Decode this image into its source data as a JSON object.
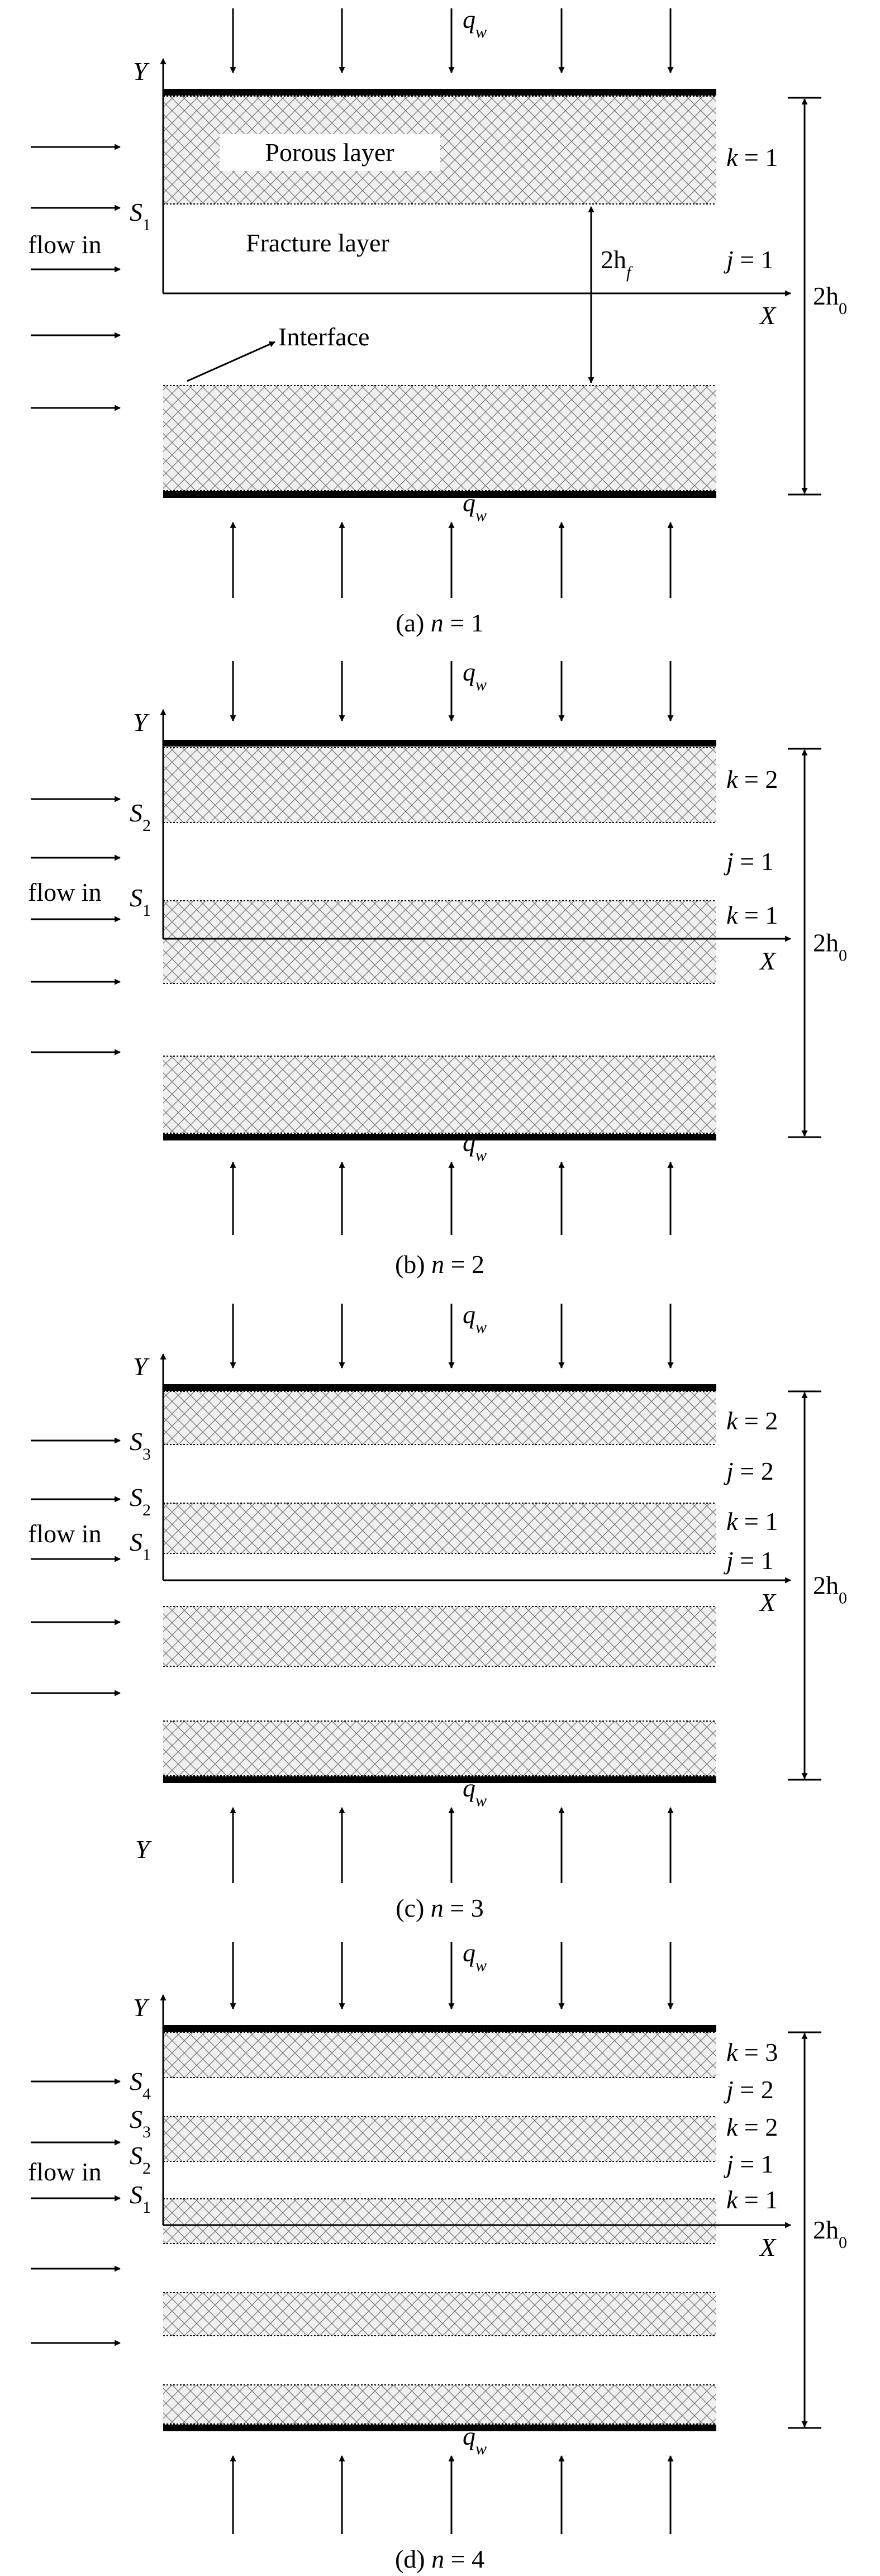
{
  "colors": {
    "line": "#000000",
    "hatch": "#7a7a7a",
    "layer_bg": "#f0f0f0",
    "background": "#ffffff"
  },
  "common": {
    "flow_in": "flow in",
    "heat_flux": "q",
    "heat_flux_sub": "w",
    "axis_y": "Y",
    "axis_x": "X",
    "thickness": "2h",
    "thickness_sub": "0"
  },
  "panel_a": {
    "caption_prefix": "(a) ",
    "caption_var": "n",
    "caption_value": " = 1",
    "porous_label": "Porous layer",
    "fracture_label": "Fracture layer",
    "interface_label": "Interface",
    "fracture_width": "2h",
    "fracture_width_sub": "f",
    "surfaces": [
      {
        "letter": "S",
        "sub": "1"
      }
    ],
    "indices": [
      {
        "var": "k",
        "value": " = 1"
      },
      {
        "var": "j",
        "value": " = 1"
      }
    ]
  },
  "panel_b": {
    "caption_prefix": "(b) ",
    "caption_var": "n",
    "caption_value": " = 2",
    "surfaces": [
      {
        "letter": "S",
        "sub": "2"
      },
      {
        "letter": "S",
        "sub": "1"
      }
    ],
    "indices": [
      {
        "var": "k",
        "value": " = 2"
      },
      {
        "var": "j",
        "value": " = 1"
      },
      {
        "var": "k",
        "value": " = 1"
      }
    ]
  },
  "panel_c": {
    "caption_prefix": "(c) ",
    "caption_var": "n",
    "caption_value": " = 3",
    "stray_axis": "Y",
    "surfaces": [
      {
        "letter": "S",
        "sub": "3"
      },
      {
        "letter": "S",
        "sub": "2"
      },
      {
        "letter": "S",
        "sub": "1"
      }
    ],
    "indices": [
      {
        "var": "k",
        "value": " = 2"
      },
      {
        "var": "j",
        "value": " = 2"
      },
      {
        "var": "k",
        "value": " = 1"
      },
      {
        "var": "j",
        "value": " = 1"
      }
    ]
  },
  "panel_d": {
    "caption_prefix": "(d) ",
    "caption_var": "n",
    "caption_value": " = 4",
    "surfaces": [
      {
        "letter": "S",
        "sub": "4"
      },
      {
        "letter": "S",
        "sub": "3"
      },
      {
        "letter": "S",
        "sub": "2"
      },
      {
        "letter": "S",
        "sub": "1"
      }
    ],
    "indices": [
      {
        "var": "k",
        "value": " = 3"
      },
      {
        "var": "j",
        "value": " = 2"
      },
      {
        "var": "k",
        "value": " = 2"
      },
      {
        "var": "j",
        "value": " = 1"
      },
      {
        "var": "k",
        "value": " = 1"
      }
    ]
  }
}
